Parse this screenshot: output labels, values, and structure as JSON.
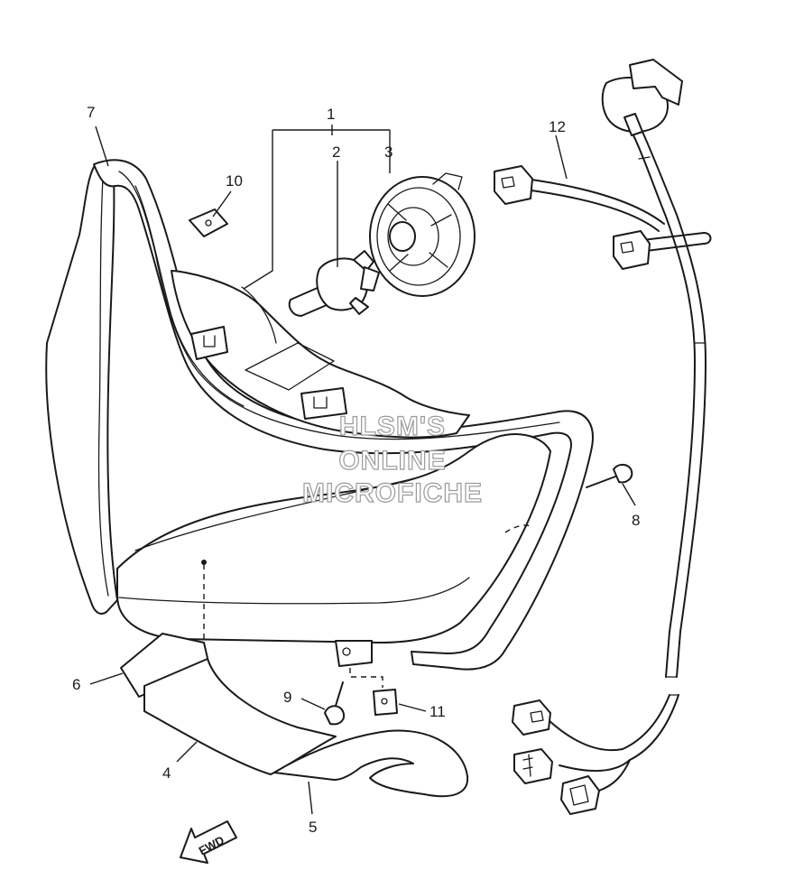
{
  "callouts": {
    "c1": "1",
    "c2": "2",
    "c3": "3",
    "c4": "4",
    "c5": "5",
    "c6": "6",
    "c7": "7",
    "c8": "8",
    "c9": "9",
    "c10": "10",
    "c11": "11",
    "c12": "12"
  },
  "watermark": {
    "line1": "HLSM'S",
    "line2": "ONLINE",
    "line3": "MICROFICHE"
  },
  "direction_arrow": {
    "label": "FWD",
    "icon": "fwd-arrow-icon"
  },
  "colors": {
    "line": "#1a1a1a",
    "background": "#ffffff",
    "watermark": "#9a9a9a"
  }
}
